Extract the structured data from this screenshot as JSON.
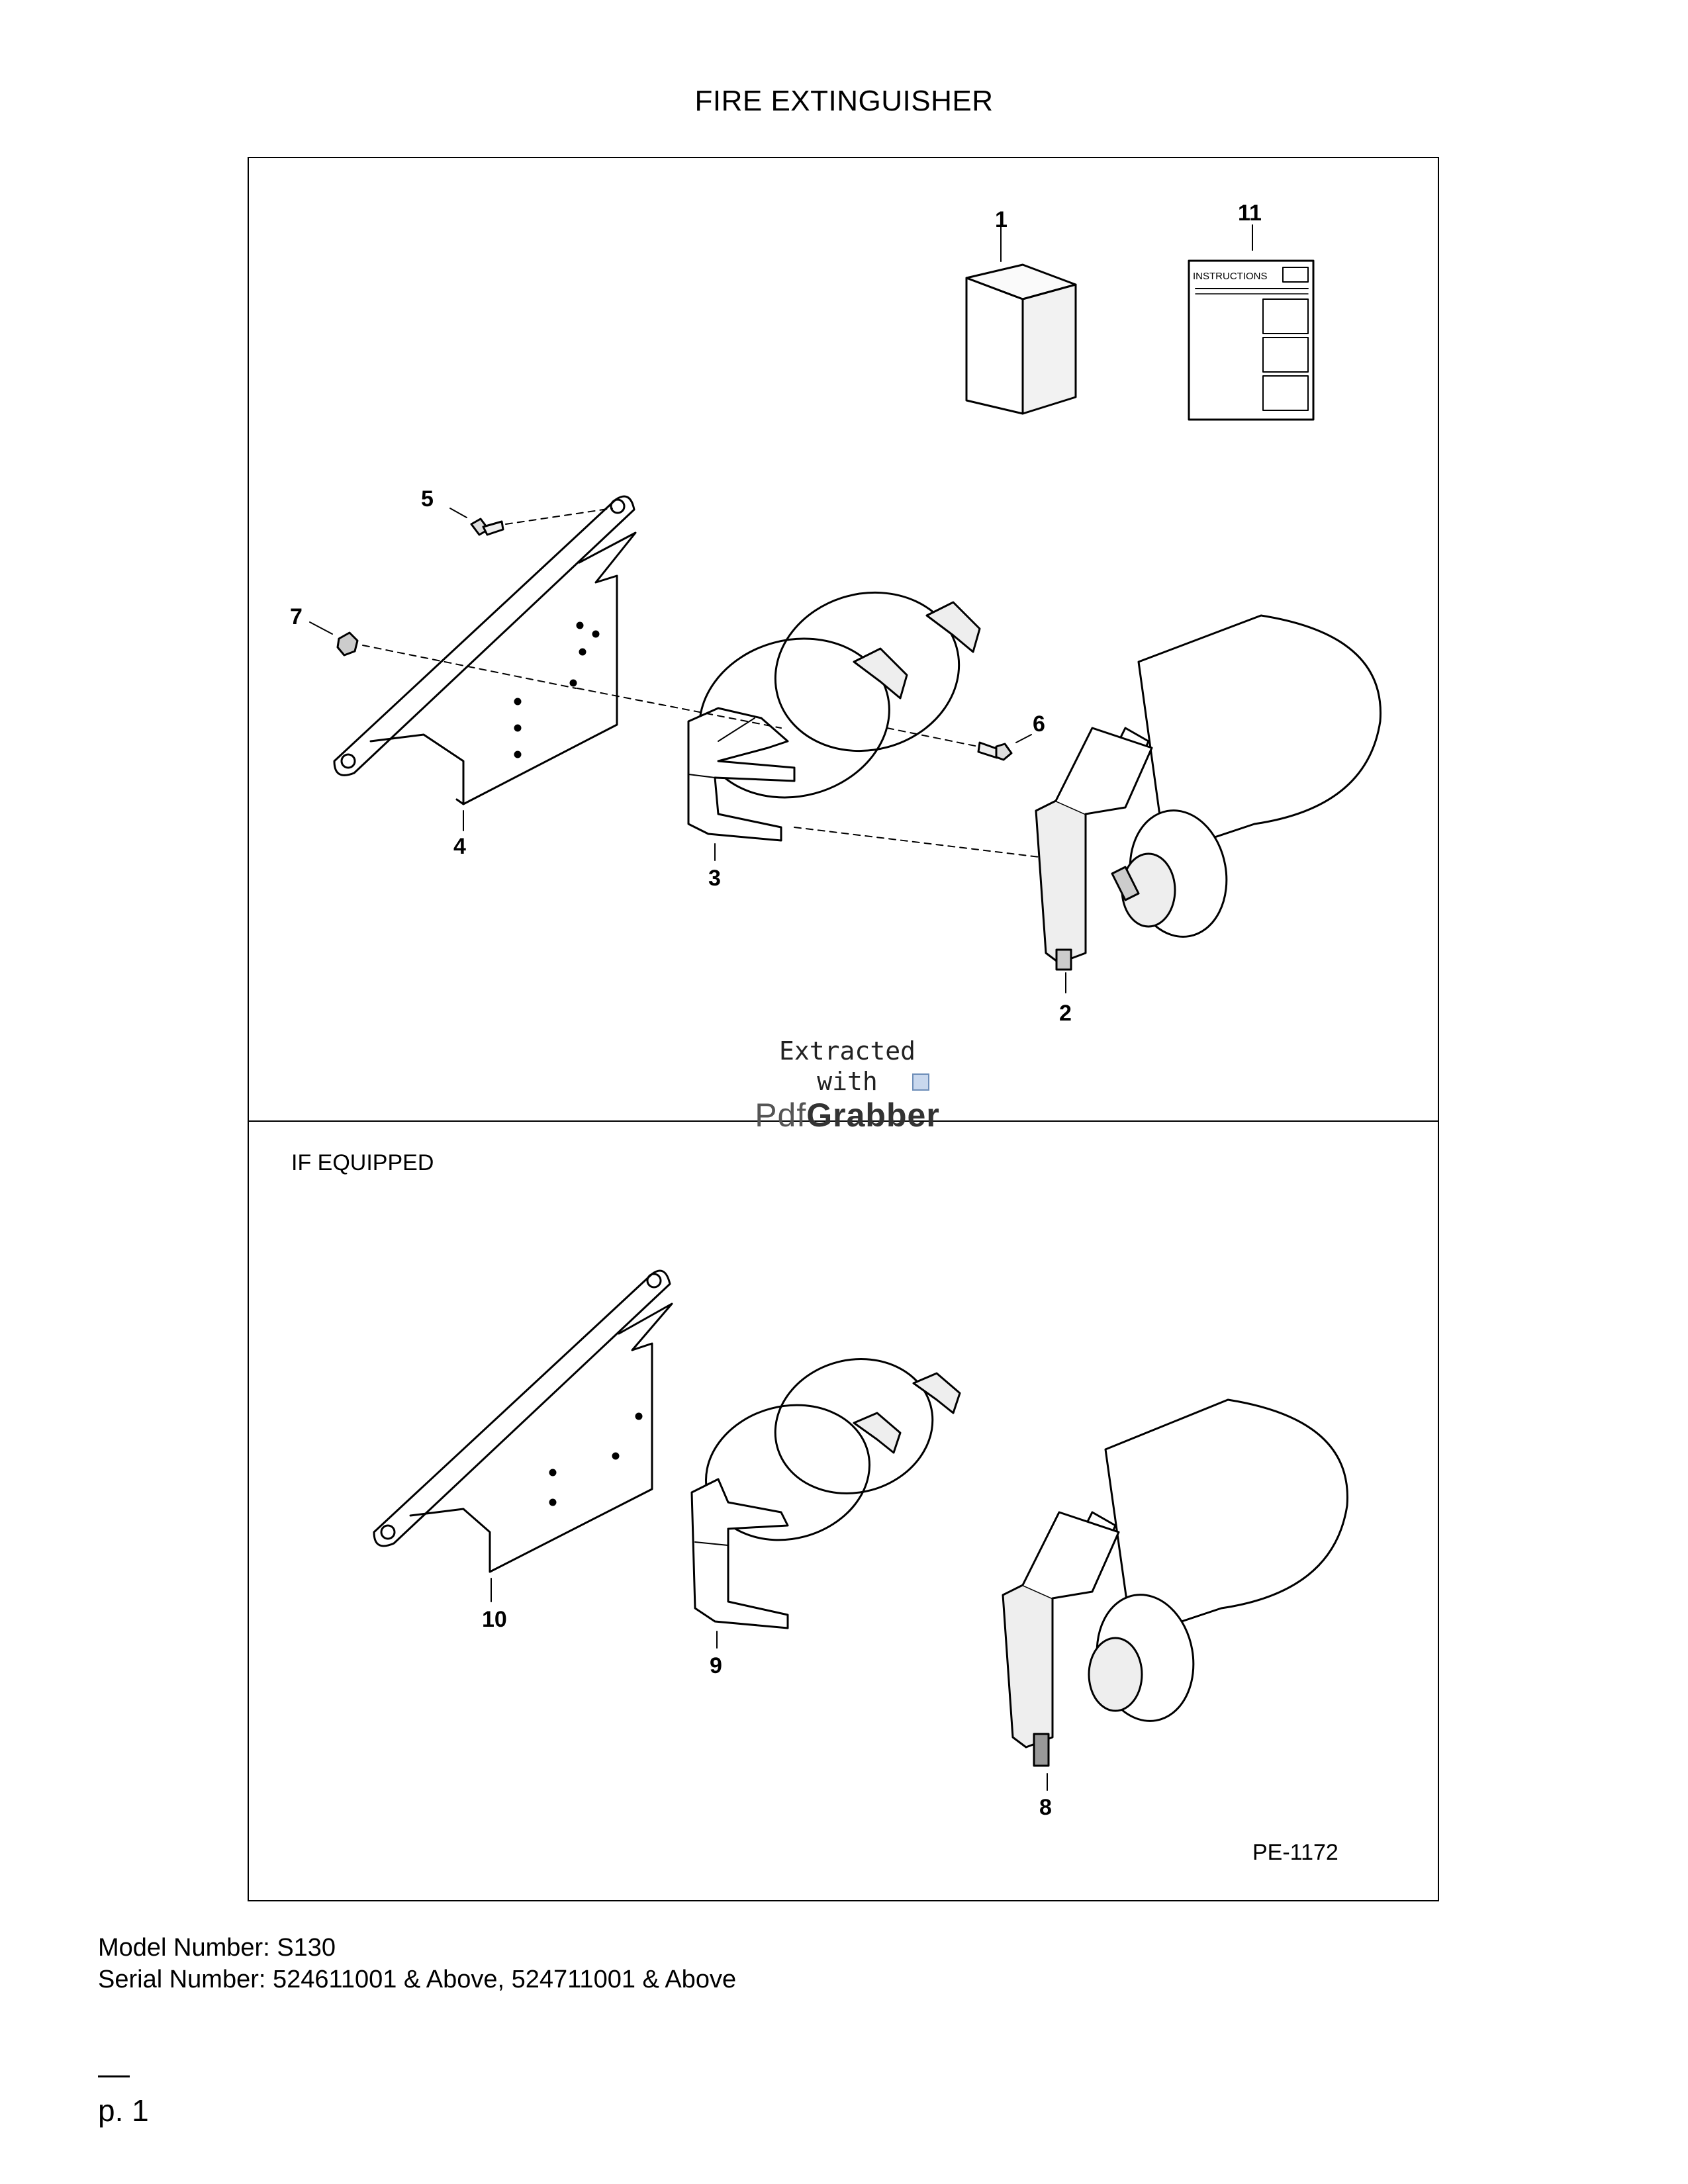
{
  "page": {
    "title": "FIRE EXTINGUISHER",
    "section_label": "IF EQUIPPED",
    "figure_code": "PE-1172",
    "model_number": "Model Number: S130",
    "serial_number": "Serial Number: 524611001 & Above, 524711001 & Above",
    "page_number": "p. 1"
  },
  "instruction_sheet": {
    "heading": "INSTRUCTIONS"
  },
  "watermark": {
    "line1": "Extracted",
    "line2": "with",
    "brand_light": "Pdf",
    "brand_bold": "Grabber"
  },
  "callouts": {
    "c1": "1",
    "c2": "2",
    "c3": "3",
    "c4": "4",
    "c5": "5",
    "c6": "6",
    "c7": "7",
    "c8": "8",
    "c9": "9",
    "c10": "10",
    "c11": "11"
  }
}
